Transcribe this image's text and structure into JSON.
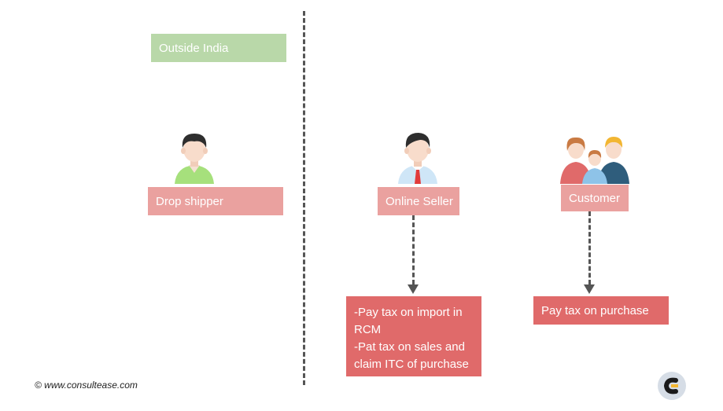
{
  "regions": {
    "outside_label": "Outside India"
  },
  "nodes": {
    "drop_shipper": "Drop shipper",
    "online_seller": "Online Seller",
    "customer": "Customer"
  },
  "outcomes": {
    "seller_lines": [
      "-Pay tax on import in RCM",
      "-Pat tax on sales and claim ITC of purchase"
    ],
    "customer": "Pay tax on purchase"
  },
  "footer": {
    "copyright": "© www.consultease.com"
  },
  "colors": {
    "region_box": "#b9d8a9",
    "node_box": "#eaa19f",
    "outcome_box": "#e06a6a",
    "connector": "#555555"
  },
  "icons": [
    "man-green-shirt-icon",
    "businessman-red-tie-icon",
    "family-icon",
    "consultease-logo-icon"
  ]
}
